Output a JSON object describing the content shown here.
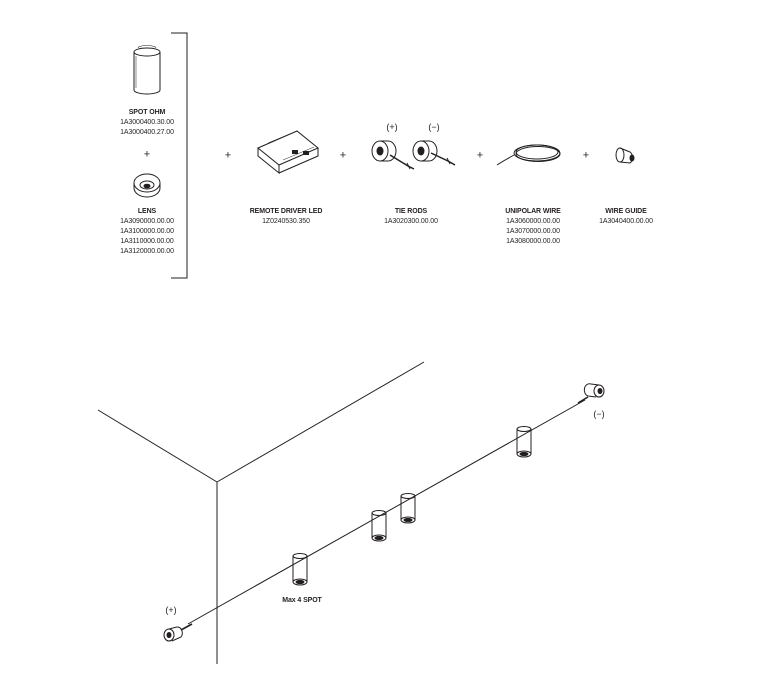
{
  "components": {
    "spot": {
      "name": "SPOT OHM",
      "codes": [
        "1A3000400.30.00",
        "1A3000400.27.00"
      ]
    },
    "lens": {
      "name": "LENS",
      "codes": [
        "1A3090000.00.00",
        "1A3100000.00.00",
        "1A3110000.00.00",
        "1A3120000.00.00"
      ]
    },
    "driver": {
      "name": "REMOTE DRIVER LED",
      "codes": [
        "1Z0240530.350"
      ]
    },
    "tie_rods": {
      "name": "TIE RODS",
      "codes": [
        "1A3020300.00.00"
      ],
      "plus_label": "(+)",
      "minus_label": "(−)"
    },
    "wire": {
      "name": "UNIPOLAR WIRE",
      "codes": [
        "1A3060000.00.00",
        "1A3070000.00.00",
        "1A3080000.00.00"
      ]
    },
    "guide": {
      "name": "WIRE GUIDE",
      "codes": [
        "1A3040400.00.00"
      ]
    }
  },
  "plus_sign": "+",
  "installation": {
    "max_label": "Max 4 SPOT",
    "plus_label": "(+)",
    "minus_label": "(−)"
  }
}
